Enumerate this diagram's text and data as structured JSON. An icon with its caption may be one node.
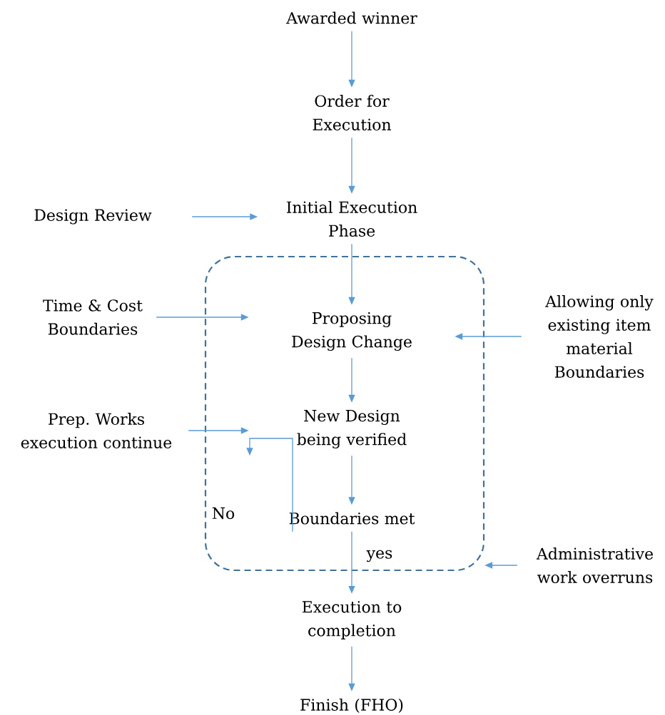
{
  "diagram": {
    "nodes": [
      {
        "text": [
          "Awarded winner"
        ]
      },
      {
        "text": [
          "Order for Execution"
        ]
      },
      {
        "text": [
          "Design Review"
        ]
      },
      {
        "text": [
          "Initial Execution Phase"
        ]
      },
      {
        "text": [],
        "shape": "box"
      },
      {
        "text": [
          "Time & Cost Boundaries"
        ]
      },
      {
        "text": [
          "Proposing Design Change"
        ],
        "in": 4
      },
      {
        "text": [
          "Allowing only existing item material Boundaries"
        ]
      },
      {
        "text": [
          "Prep. Works execution continue"
        ]
      },
      {
        "text": [
          "New Design being verified"
        ],
        "in": 4
      },
      {
        "text": [
          "Boundaries met"
        ],
        "in": 4
      },
      {
        "text": [
          "Administrative work overruns"
        ]
      },
      {
        "text": [
          "Execution to completion"
        ]
      },
      {
        "text": [
          "Finish (FHO)"
        ]
      }
    ],
    "edges": [
      {
        "from": 0,
        "to": 1,
        "arrow": "to"
      },
      {
        "from": 1,
        "to": 3,
        "arrow": "to"
      },
      {
        "from": 2,
        "to": 3,
        "arrow": "to"
      },
      {
        "from": 3,
        "to": 6,
        "arrow": "to"
      },
      {
        "from": 5,
        "to": 6,
        "arrow": "to"
      },
      {
        "from": 7,
        "to": 6,
        "arrow": "to"
      },
      {
        "from": 8,
        "to": 9,
        "arrow": "to"
      },
      {
        "from": 6,
        "to": 9,
        "arrow": "to"
      },
      {
        "from": 9,
        "to": 10,
        "arrow": "to"
      },
      {
        "from": 10,
        "to": 9,
        "arrow": "to",
        "label": "No"
      },
      {
        "from": 10,
        "to": 12,
        "arrow": "to",
        "label": "yes"
      },
      {
        "from": 11,
        "to": 4,
        "arrow": "to"
      },
      {
        "from": 12,
        "to": 13,
        "arrow": "to"
      }
    ]
  }
}
